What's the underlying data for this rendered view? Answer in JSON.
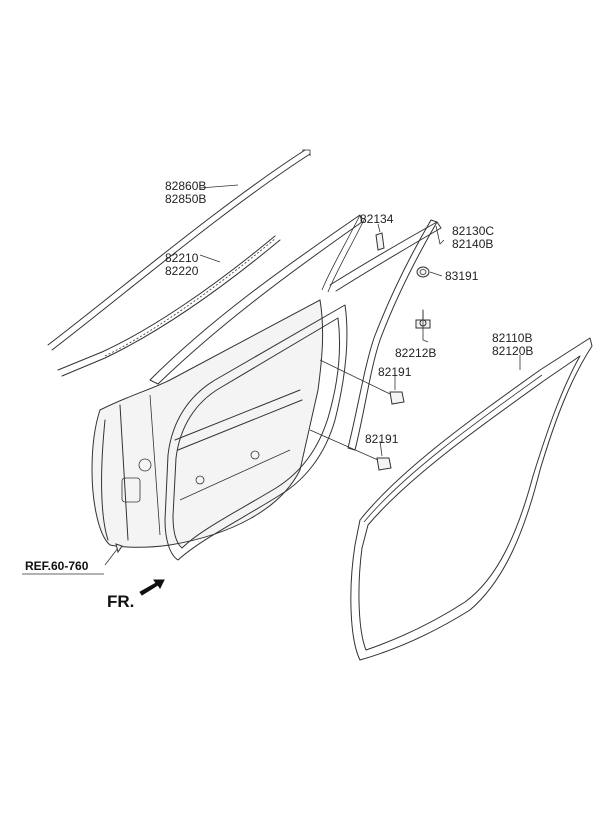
{
  "labels": {
    "top_molding_a": "82860B",
    "top_molding_b": "82850B",
    "belt_a": "82210",
    "belt_b": "82220",
    "clip_82134": "82134",
    "frame_a": "82130C",
    "frame_b": "82140B",
    "grommet": "83191",
    "screw": "82212B",
    "plug_upper": "82191",
    "plug_lower": "82191",
    "weatherstrip_a": "82110B",
    "weatherstrip_b": "82120B",
    "ref": "REF.60-760",
    "front": "FR."
  }
}
